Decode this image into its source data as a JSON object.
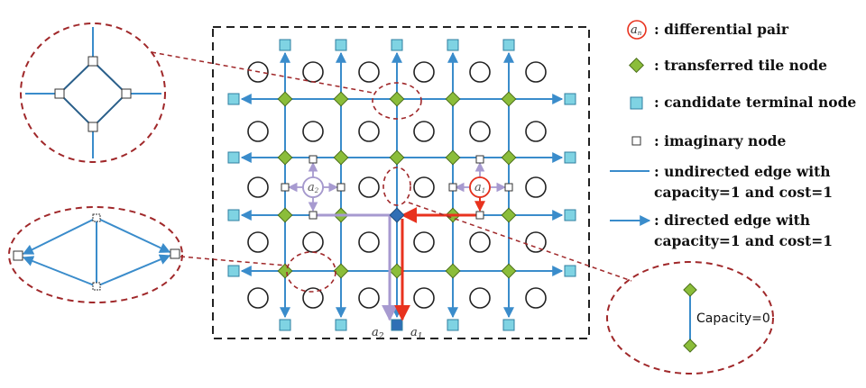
{
  "legend": [
    {
      "key": "diff",
      "text": ": differential pair",
      "symbol_label": "a",
      "symbol_sub": "n"
    },
    {
      "key": "tile",
      "text": ": transferred tile node"
    },
    {
      "key": "term",
      "text": ": candidate terminal node"
    },
    {
      "key": "imag",
      "text": ": imaginary node"
    },
    {
      "key": "undir",
      "text": ": undirected edge with",
      "text2": "capacity=1 and cost=1"
    },
    {
      "key": "dir",
      "text": ": directed edge with",
      "text2": "capacity=1 and cost=1"
    }
  ],
  "pair_labels": {
    "a1": {
      "letter": "a",
      "sub": "1"
    },
    "a2": {
      "letter": "a",
      "sub": "2"
    }
  },
  "capacity_zero_label": "Capacity=0",
  "colors": {
    "edge": "#3a8ccb",
    "tile_fill": "#8bbd3a",
    "tile_stroke": "#4a6e1a",
    "terminal_fill": "#7fd3e3",
    "terminal_stroke": "#2f7fa0",
    "terminal_selected": "#2f6fb5",
    "red": "#e8321e",
    "lavender": "#a79ad0",
    "dash": "#a0282a"
  }
}
